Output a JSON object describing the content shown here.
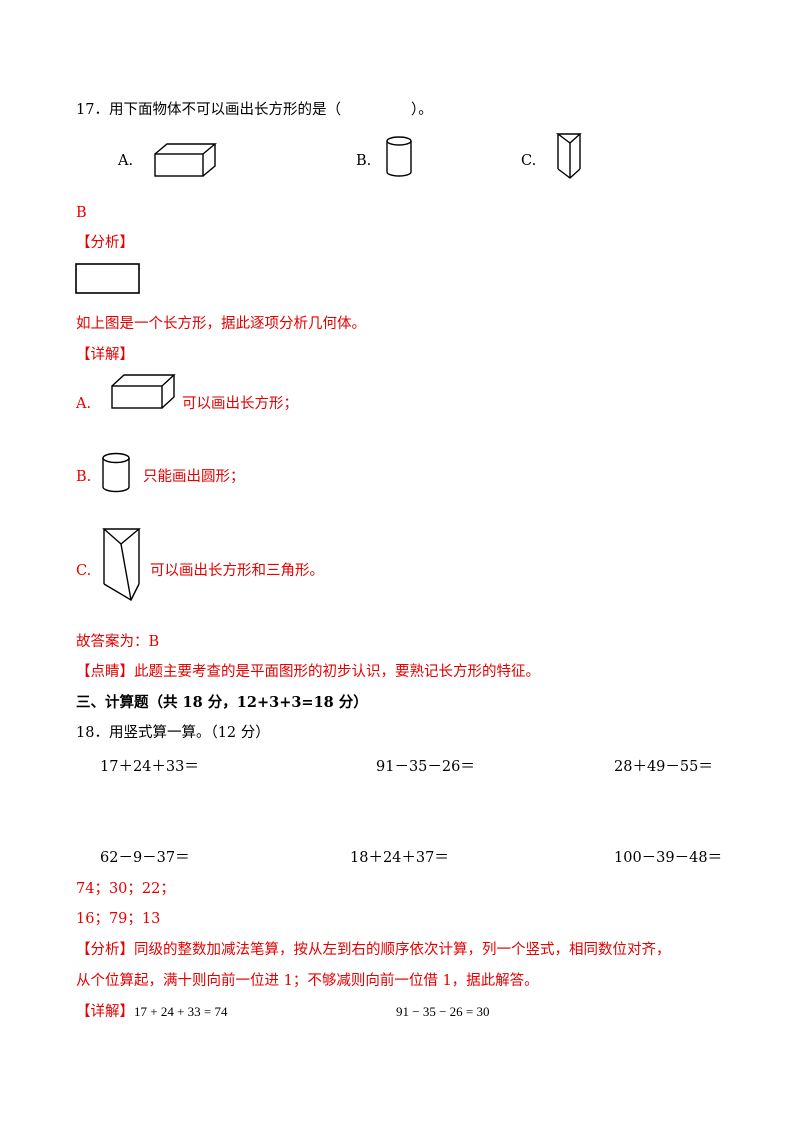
{
  "q17": {
    "question": "17．用下面物体不可以画出长方形的是（",
    "question_close": "）。",
    "option_a_label": "A.",
    "option_b_label": "B.",
    "option_c_label": "C.",
    "answer": "B",
    "analysis_tag": "【分析】",
    "analysis_text": "如上图是一个长方形，据此逐项分析几何体。",
    "detail_tag": "【详解】",
    "detail_a_label": "A.",
    "detail_a_text": "可以画出长方形；",
    "detail_b_label": "B.",
    "detail_b_text": "只能画出圆形；",
    "detail_c_label": "C.",
    "detail_c_text": "可以画出长方形和三角形。",
    "final_answer": "故答案为：B",
    "comment_tag": "【点睛】",
    "comment_text": "此题主要考查的是平面图形的初步认识，要熟记长方形的特征。"
  },
  "section3": {
    "title": "三、计算题（共 18 分，12+3+3=18 分）"
  },
  "q18": {
    "question": "18．用竖式算一算。（12 分）",
    "exprs": [
      "17＋24＋33＝",
      "91－35－26＝",
      "28＋49－55＝",
      "62－9－37＝",
      "18＋24＋37＝",
      "100－39－48＝"
    ],
    "answers_row1": "74；30；22；",
    "answers_row2": "16；79；13",
    "analysis_tag": "【分析】",
    "analysis_line1": "同级的整数加减法笔算，按从左到右的顺序依次计算，列一个竖式，相同数位对齐，",
    "analysis_line2": "从个位算起，满十则向前一位进 1；不够减则向前一位借 1，据此解答。",
    "detail_tag": "【详解】",
    "detail_eq1": "17 + 24 + 33 = 74",
    "detail_eq2": "91 − 35 − 26 = 30"
  }
}
